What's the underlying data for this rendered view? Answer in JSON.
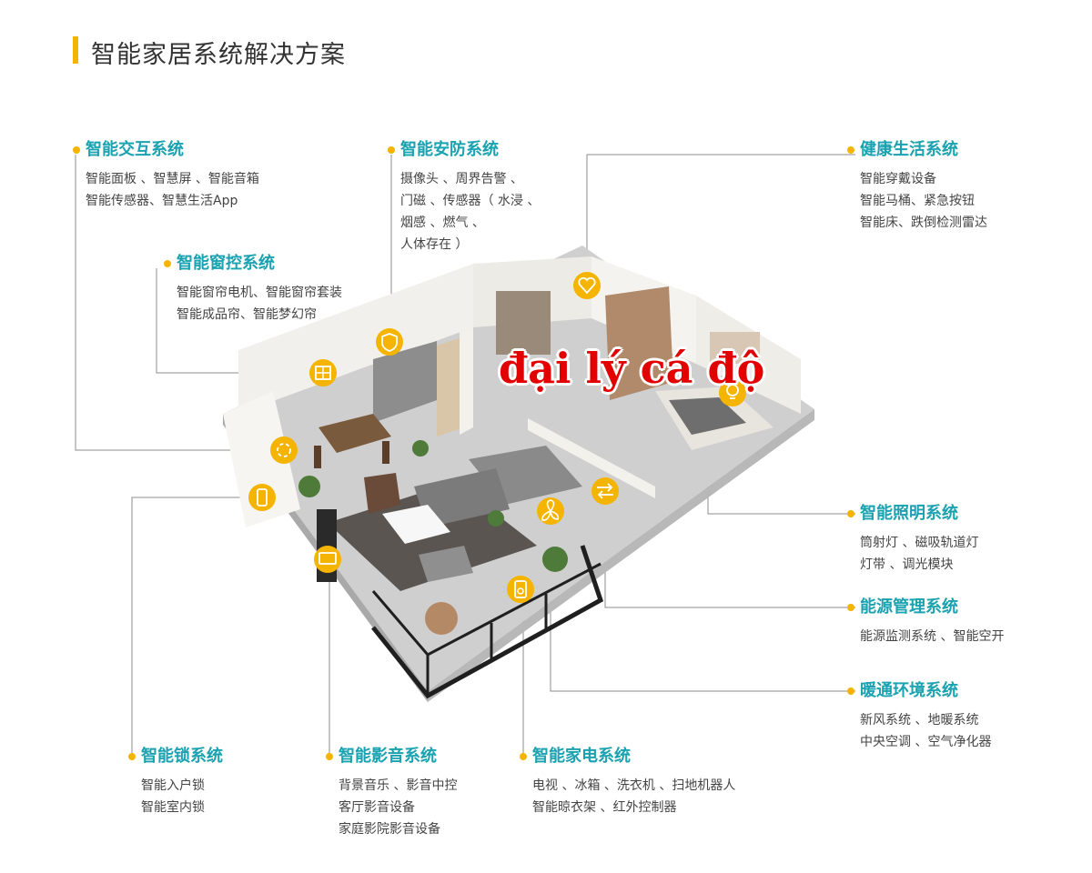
{
  "page_title": "智能家居系统解决方案",
  "watermark": "đại lý cá độ",
  "colors": {
    "accent_yellow": "#f4b400",
    "heading_teal": "#1aa2b0",
    "connector_gray": "#8c8c8c"
  },
  "systems": {
    "interaction": {
      "title": "智能交互系统",
      "lines": [
        "智能面板 、智慧屏 、智能音箱",
        "智能传感器、智慧生活App"
      ],
      "icon": "interaction-icon"
    },
    "window": {
      "title": "智能窗控系统",
      "lines": [
        "智能窗帘电机、智能窗帘套装",
        "智能成品帘、智能梦幻帘"
      ],
      "icon": "window-icon"
    },
    "security": {
      "title": "智能安防系统",
      "lines": [
        "摄像头 、周界告警 、",
        "门磁 、传感器（ 水浸 、",
        "烟感 、燃气 、",
        "人体存在 ）"
      ],
      "icon": "shield-icon"
    },
    "health": {
      "title": "健康生活系统",
      "lines": [
        "智能穿戴设备",
        "智能马桶、紧急按钮",
        "智能床、跌倒检测雷达"
      ],
      "icon": "heart-icon"
    },
    "lighting": {
      "title": "智能照明系统",
      "lines": [
        "筒射灯 、磁吸轨道灯",
        "灯带 、调光模块"
      ],
      "icon": "lightbulb-icon"
    },
    "energy": {
      "title": "能源管理系统",
      "lines": [
        "能源监测系统 、智能空开"
      ],
      "icon": "energy-icon"
    },
    "hvac": {
      "title": "暖通环境系统",
      "lines": [
        "新风系统 、地暖系统",
        "中央空调 、空气净化器"
      ],
      "icon": "fan-icon"
    },
    "lock": {
      "title": "智能锁系统",
      "lines": [
        "智能入户锁",
        "智能室内锁"
      ],
      "icon": "lock-icon"
    },
    "av": {
      "title": "智能影音系统",
      "lines": [
        "背景音乐 、影音中控",
        "客厅影音设备",
        "家庭影院影音设备"
      ],
      "icon": "tv-icon"
    },
    "appliance": {
      "title": "智能家电系统",
      "lines": [
        "电视 、冰箱 、洗衣机 、扫地机器人",
        "智能晾衣架 、红外控制器"
      ],
      "icon": "speaker-icon"
    }
  }
}
